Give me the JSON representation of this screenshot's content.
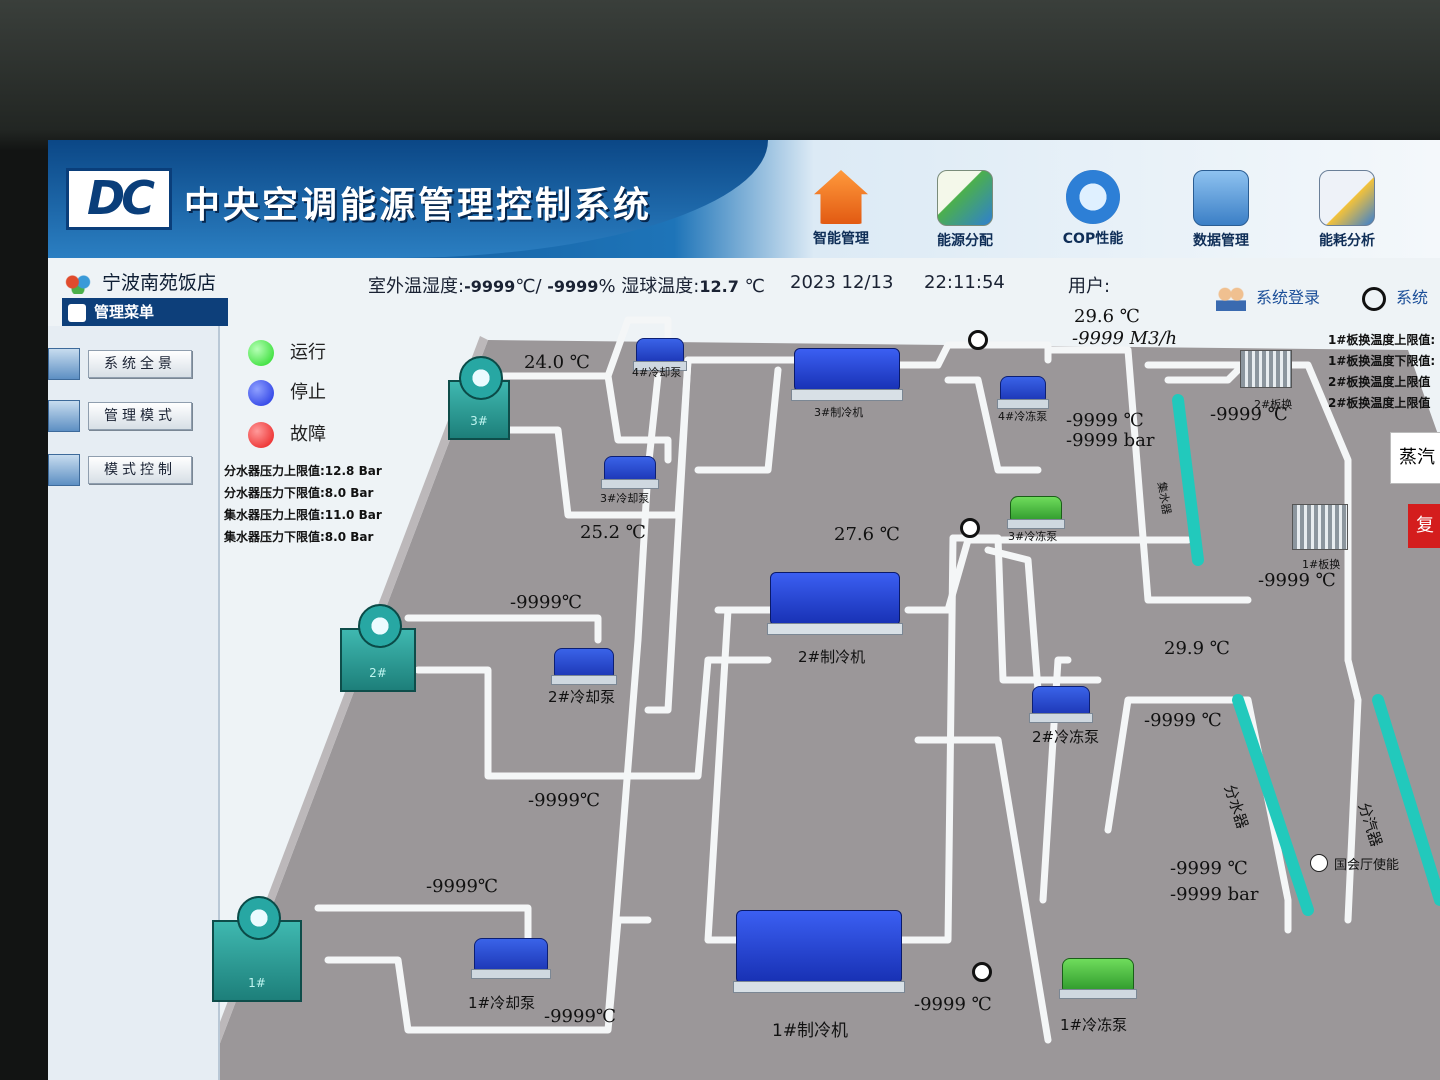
{
  "header": {
    "logo_text": "DC",
    "title": "中央空调能源管理控制系统",
    "nav": [
      {
        "label": "智能管理",
        "icon": "house-icon"
      },
      {
        "label": "能源分配",
        "icon": "globe-document-icon"
      },
      {
        "label": "COP性能",
        "icon": "gauge-pen-icon"
      },
      {
        "label": "数据管理",
        "icon": "folder-globe-icon"
      },
      {
        "label": "能耗分析",
        "icon": "analysis-document-icon"
      }
    ]
  },
  "status": {
    "hotel": "宁波南苑饭店",
    "outdoor_label": "室外温湿度:",
    "outdoor_temp": "-9999",
    "outdoor_temp_unit": "℃/",
    "outdoor_hum": "-9999",
    "outdoor_hum_unit": "%",
    "wet_bulb_label": "湿球温度:",
    "wet_bulb": "12.7",
    "wet_bulb_unit": "℃",
    "date": "2023  12/13",
    "time": "22:11:54",
    "user_label": "用户:",
    "login": "系统登录",
    "system": "系统"
  },
  "menu": {
    "head": "管理菜单",
    "items": [
      "系统全景",
      "管理模式",
      "模式控制"
    ]
  },
  "legend": [
    {
      "label": "运行",
      "color": "#1fd81f"
    },
    {
      "label": "停止",
      "color": "#1a2fe0"
    },
    {
      "label": "故障",
      "color": "#e81717"
    }
  ],
  "limits": [
    "分水器压力上限值:12.8  Bar",
    "分水器压力下限值:8.0   Bar",
    "集水器压力上限值:11.0  Bar",
    "集水器压力下限值:8.0   Bar"
  ],
  "right_panel": [
    "1#板换温度上限值:",
    "1#板换温度下限值:",
    "2#板换温度上限值",
    "2#板换温度上限值"
  ],
  "steam": "蒸汽",
  "red_btn": "复",
  "equipment": {
    "tower3": "3#",
    "tower2": "2#",
    "tower1": "1#",
    "pump_cool4": "4#冷却泵",
    "pump_cool3": "3#冷却泵",
    "pump_cool2": "2#冷却泵",
    "pump_cool1": "1#冷却泵",
    "chiller3": "3#制冷机",
    "chiller2": "2#制冷机",
    "chiller1": "1#制冷机",
    "pump_chill4": "4#冷冻泵",
    "pump_chill3": "3#冷冻泵",
    "pump_chill2": "2#冷冻泵",
    "pump_chill1": "1#冷冻泵",
    "hx2": "2#板换",
    "hx1": "1#板换",
    "collector": "集水器",
    "distributor": "分水器",
    "steam_dist": "分汽器",
    "hall": "国会厅使能"
  },
  "readings": {
    "t_24": "24.0  ℃",
    "t_252": "25.2  ℃",
    "t_276": "27.6   ℃",
    "t_296": "29.6  ℃",
    "flow": "-9999 M3/h",
    "t_299": "29.9  ℃",
    "tw2_out": "-9999℃",
    "tw2_ret": "-9999℃",
    "tw1_out": "-9999℃",
    "tw1_ret": "-9999℃",
    "ch1_out": "-9999  ℃",
    "coll_t": "-9999 ℃",
    "coll_p": "-9999 bar",
    "hx2_t": "-9999  ℃",
    "hx1_t": "-9999  ℃",
    "p2_t": "-9999 ℃",
    "dist_t": "-9999 ℃",
    "dist_p": "-9999 bar"
  }
}
